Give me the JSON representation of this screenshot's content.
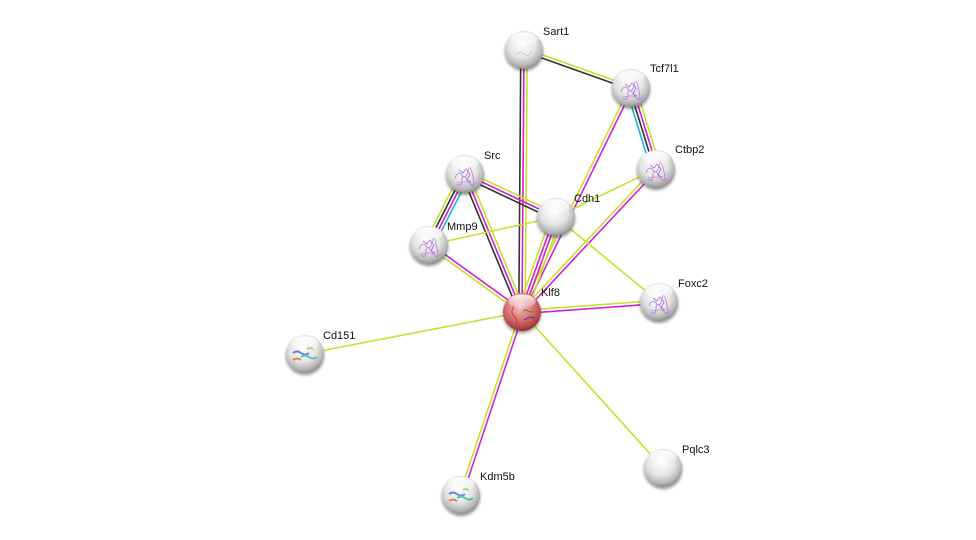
{
  "title": "Protein interaction network",
  "edge_colors": {
    "textmining": "#c7e02c",
    "experiments": "#d51fd1",
    "coexpression": "#333333",
    "databases": "#1db5d8"
  },
  "node_colors": {
    "query": "#d86464",
    "neighbor": "#e8e8e8"
  },
  "nodes": [
    {
      "id": "Sart1",
      "label": "Sart1",
      "query": false,
      "structure": "sketch"
    },
    {
      "id": "Tcf7l1",
      "label": "Tcf7l1",
      "query": false,
      "structure": "purple"
    },
    {
      "id": "Ctbp2",
      "label": "Ctbp2",
      "query": false,
      "structure": "purple"
    },
    {
      "id": "Src",
      "label": "Src",
      "query": false,
      "structure": "purple"
    },
    {
      "id": "Cdh1",
      "label": "Cdh1",
      "query": false,
      "structure": "none"
    },
    {
      "id": "Mmp9",
      "label": "Mmp9",
      "query": false,
      "structure": "purple"
    },
    {
      "id": "Klf8",
      "label": "Klf8",
      "query": true,
      "structure": "mixed"
    },
    {
      "id": "Foxc2",
      "label": "Foxc2",
      "query": false,
      "structure": "purple"
    },
    {
      "id": "Cd151",
      "label": "Cd151",
      "query": false,
      "structure": "rainbow"
    },
    {
      "id": "Kdm5b",
      "label": "Kdm5b",
      "query": false,
      "structure": "rainbow"
    },
    {
      "id": "Pqlc3",
      "label": "Pqlc3",
      "query": false,
      "structure": "none"
    }
  ],
  "edges": [
    {
      "source": "Sart1",
      "target": "Klf8",
      "evidence": [
        "textmining",
        "experiments",
        "coexpression"
      ]
    },
    {
      "source": "Sart1",
      "target": "Tcf7l1",
      "evidence": [
        "textmining",
        "coexpression"
      ]
    },
    {
      "source": "Tcf7l1",
      "target": "Ctbp2",
      "evidence": [
        "textmining",
        "experiments",
        "coexpression",
        "databases"
      ]
    },
    {
      "source": "Tcf7l1",
      "target": "Klf8",
      "evidence": [
        "experiments",
        "textmining"
      ]
    },
    {
      "source": "Ctbp2",
      "target": "Klf8",
      "evidence": [
        "experiments",
        "textmining"
      ]
    },
    {
      "source": "Ctbp2",
      "target": "Cdh1",
      "evidence": [
        "textmining"
      ]
    },
    {
      "source": "Src",
      "target": "Mmp9",
      "evidence": [
        "databases",
        "experiments",
        "coexpression",
        "textmining"
      ]
    },
    {
      "source": "Src",
      "target": "Cdh1",
      "evidence": [
        "textmining",
        "experiments",
        "coexpression"
      ]
    },
    {
      "source": "Src",
      "target": "Klf8",
      "evidence": [
        "textmining",
        "experiments",
        "coexpression"
      ]
    },
    {
      "source": "Mmp9",
      "target": "Cdh1",
      "evidence": [
        "textmining"
      ]
    },
    {
      "source": "Mmp9",
      "target": "Klf8",
      "evidence": [
        "experiments",
        "textmining"
      ]
    },
    {
      "source": "Cdh1",
      "target": "Klf8",
      "evidence": [
        "textmining",
        "experiments",
        "experiments",
        "textmining"
      ]
    },
    {
      "source": "Cdh1",
      "target": "Foxc2",
      "evidence": [
        "textmining"
      ]
    },
    {
      "source": "Klf8",
      "target": "Foxc2",
      "evidence": [
        "textmining",
        "experiments"
      ]
    },
    {
      "source": "Klf8",
      "target": "Cd151",
      "evidence": [
        "textmining"
      ]
    },
    {
      "source": "Klf8",
      "target": "Kdm5b",
      "evidence": [
        "experiments",
        "textmining"
      ]
    },
    {
      "source": "Klf8",
      "target": "Pqlc3",
      "evidence": [
        "textmining"
      ]
    }
  ]
}
